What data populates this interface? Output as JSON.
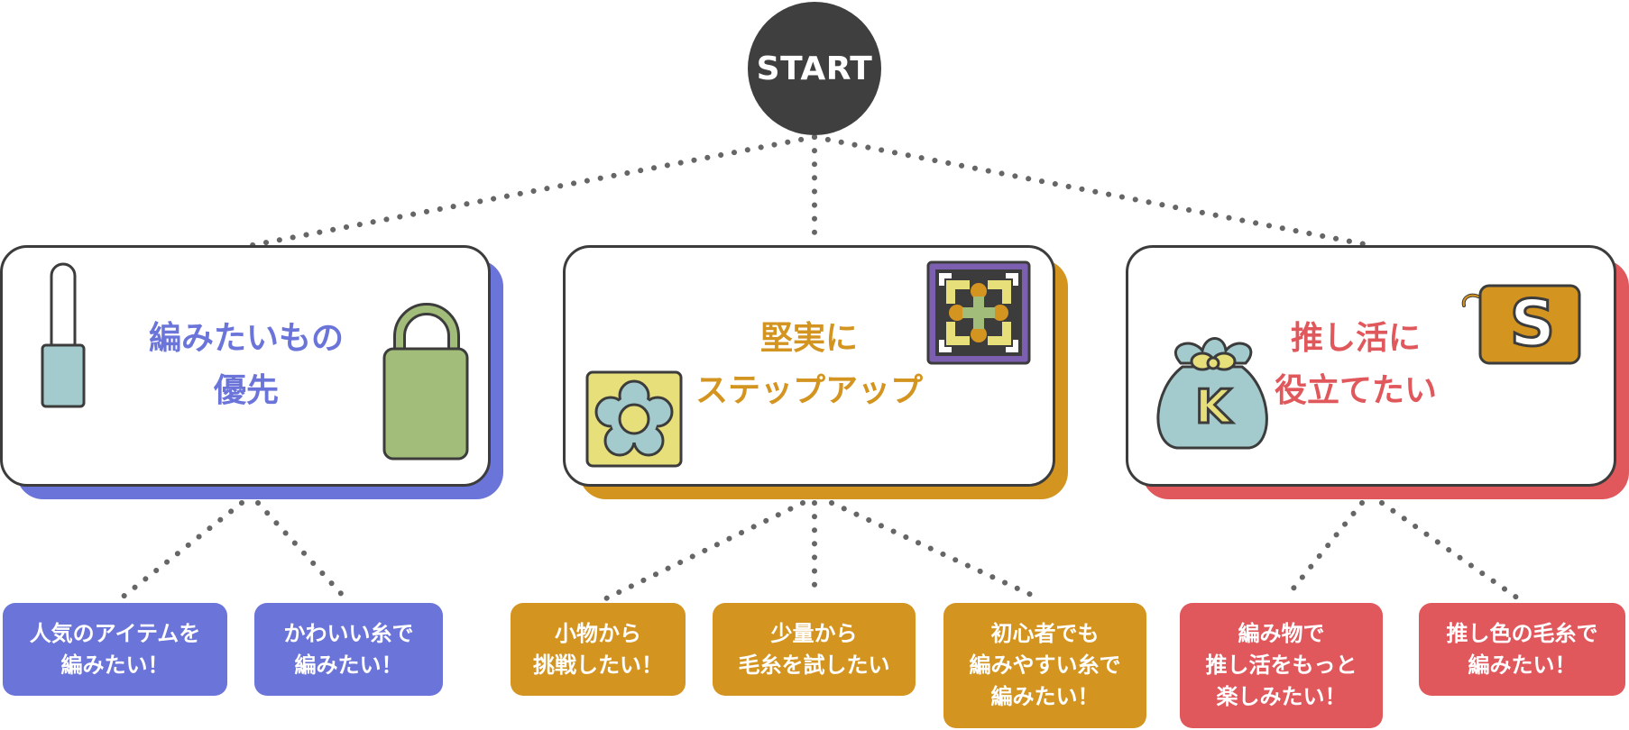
{
  "start": {
    "label": "START"
  },
  "colors": {
    "purple": "#6b74d9",
    "orange": "#d49420",
    "red": "#e0585c",
    "dark": "#3f3f3f",
    "connector": "#666666"
  },
  "branches": [
    {
      "title_lines": [
        "編みたいもの",
        "優先"
      ],
      "icons": [
        "knitting-needle-icon",
        "tote-bag-icon"
      ],
      "leaves": [
        {
          "lines": [
            "人気のアイテムを",
            "編みたい！"
          ]
        },
        {
          "lines": [
            "かわいい糸で",
            "編みたい！"
          ]
        }
      ]
    },
    {
      "title_lines": [
        "堅実に",
        "ステップアップ"
      ],
      "icons": [
        "flower-coaster-icon",
        "granny-square-icon"
      ],
      "leaves": [
        {
          "lines": [
            "小物から",
            "挑戦したい！"
          ]
        },
        {
          "lines": [
            "少量から",
            "毛糸を試したい"
          ]
        },
        {
          "lines": [
            "初心者でも",
            "編みやすい糸で",
            "編みたい！"
          ]
        }
      ]
    },
    {
      "title_lines": [
        "推し活に",
        "役立てたい"
      ],
      "icons": [
        "drawstring-pouch-icon",
        "letter-tag-icon"
      ],
      "pouch_letter": "K",
      "tag_letter": "S",
      "leaves": [
        {
          "lines": [
            "編み物で",
            "推し活をもっと",
            "楽しみたい！"
          ]
        },
        {
          "lines": [
            "推し色の毛糸で",
            "編みたい！"
          ]
        }
      ]
    }
  ]
}
